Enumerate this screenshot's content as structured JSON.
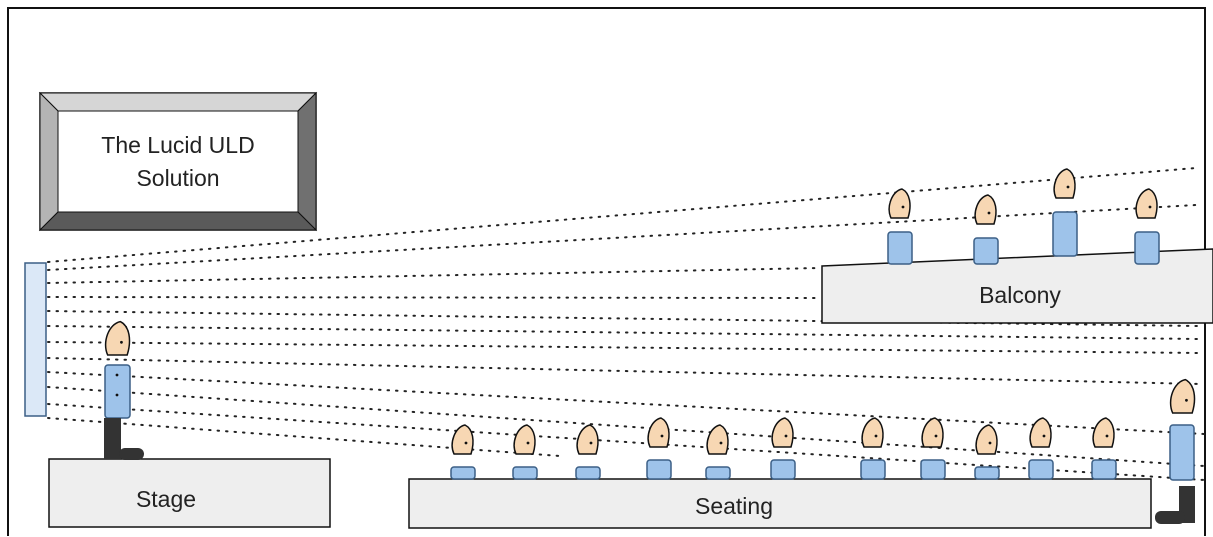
{
  "sign": {
    "line1": "The Lucid ULD",
    "line2": "Solution"
  },
  "labels": {
    "stage": "Stage",
    "seating": "Seating",
    "balcony": "Balcony"
  },
  "colors": {
    "frame": "#111111",
    "platform_fill": "#eeeeee",
    "body_blue": "#9ec3ea",
    "body_stroke": "#3b5f86",
    "head_fill": "#f7d7b3",
    "leg_dark": "#333333",
    "sign_bevel": "#8a8a8a"
  }
}
